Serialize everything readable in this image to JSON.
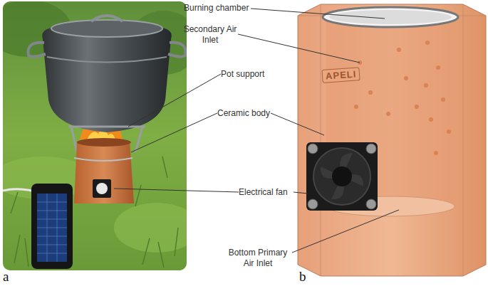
{
  "diagram": {
    "labels": [
      "Burning chamber",
      "Secondary Air Inlet",
      "Pot support",
      "Ceramic body",
      "Electrical fan",
      "Bottom Primary Air Inlet",
      "APELI",
      "a",
      "b"
    ]
  }
}
